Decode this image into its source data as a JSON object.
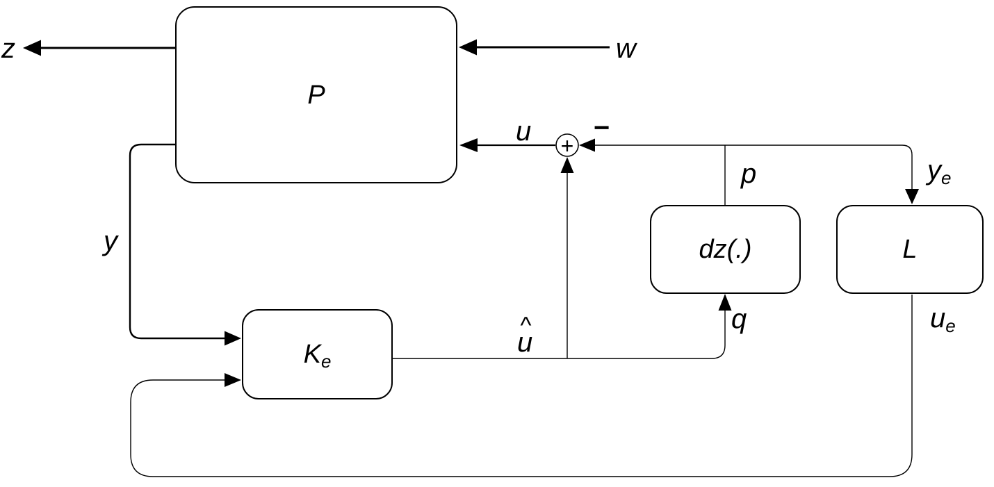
{
  "diagram": {
    "background_color": "#ffffff",
    "line_color": "#000000",
    "blocks": {
      "P": {
        "label": "P"
      },
      "Ke": {
        "base": "K",
        "sub": "e"
      },
      "dz": {
        "label": "dz(.)"
      },
      "L": {
        "label": "L"
      }
    },
    "sum": {
      "operator": "+"
    },
    "signals": {
      "z": "z",
      "w": "w",
      "u": "u",
      "minus": "−",
      "p": "p",
      "ye": {
        "base": "y",
        "sub": "e"
      },
      "y": "y",
      "uhat": {
        "hat": "^",
        "base": "u"
      },
      "q": "q",
      "ue": {
        "base": "u",
        "sub": "e"
      }
    }
  }
}
